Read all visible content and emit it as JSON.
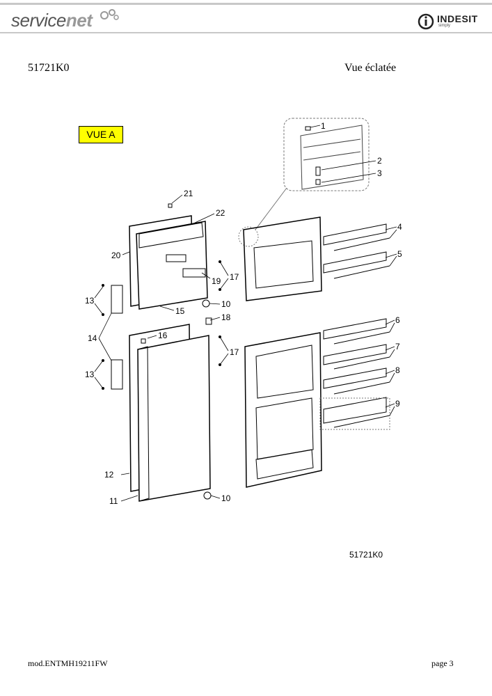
{
  "header": {
    "logo_left": "service",
    "logo_right": "net",
    "brand_name": "INDESIT",
    "brand_tag": "simply",
    "model": "51721K0",
    "title": "Vue éclatée"
  },
  "diagram": {
    "view_label": "VUE A",
    "reference": "51721K0",
    "callouts": [
      "1",
      "2",
      "3",
      "4",
      "5",
      "6",
      "7",
      "8",
      "9",
      "10",
      "10",
      "11",
      "12",
      "13",
      "13",
      "14",
      "15",
      "16",
      "17",
      "17",
      "18",
      "19",
      "20",
      "21",
      "22"
    ]
  },
  "footer": {
    "form_id": "mod.ENTMH19211FW",
    "page": "page 3"
  },
  "colors": {
    "rule": "#c8c8c8",
    "label_fill": "#ffff00"
  }
}
